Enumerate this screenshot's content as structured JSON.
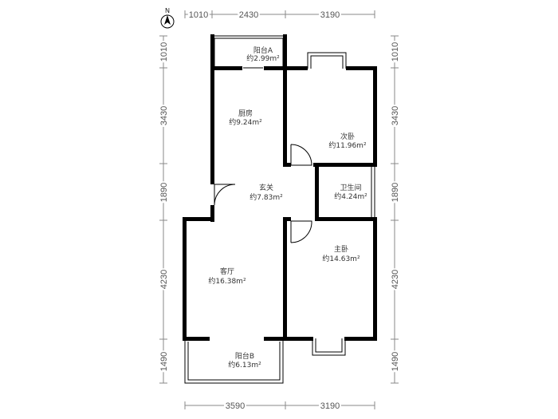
{
  "compass": {
    "label": "N"
  },
  "dimensions": {
    "top": [
      "1010",
      "2430",
      "3190"
    ],
    "bottom": [
      "3590",
      "3190"
    ],
    "left": [
      "1010",
      "3430",
      "1890",
      "4230",
      "1490"
    ],
    "right": [
      "1010",
      "3430",
      "1890",
      "4230",
      "1490"
    ]
  },
  "rooms": [
    {
      "id": "balcony-a",
      "name": "阳台A",
      "area": "约2.99m²"
    },
    {
      "id": "kitchen",
      "name": "厨房",
      "area": "约9.24m²"
    },
    {
      "id": "second-bedroom",
      "name": "次卧",
      "area": "约11.96m²"
    },
    {
      "id": "entrance",
      "name": "玄关",
      "area": "约7.83m²"
    },
    {
      "id": "bathroom",
      "name": "卫生间",
      "area": "约4.24m²"
    },
    {
      "id": "living-room",
      "name": "客厅",
      "area": "约16.38m²"
    },
    {
      "id": "master-bedroom",
      "name": "主卧",
      "area": "约14.63m²"
    },
    {
      "id": "balcony-b",
      "name": "阳台B",
      "area": "约6.13m²"
    }
  ]
}
